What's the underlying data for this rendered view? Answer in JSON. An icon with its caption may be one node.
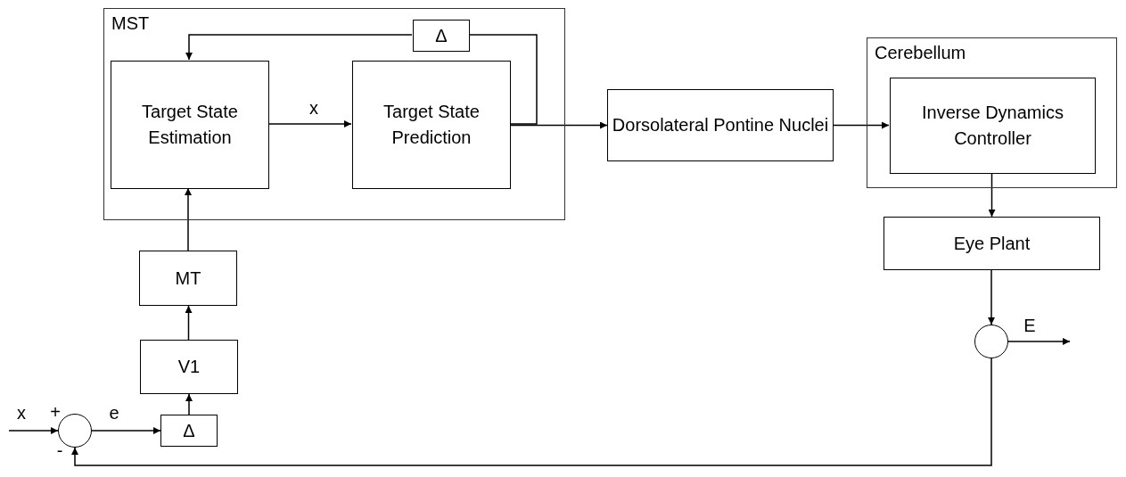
{
  "diagram": {
    "nodes": [
      {
        "text": [
          "MST"
        ]
      },
      {
        "text": [
          "Target State Estimation"
        ],
        "in": 0
      },
      {
        "text": [
          "Target State Prediction"
        ],
        "in": 0
      },
      {
        "text": [
          "Δ"
        ],
        "in": 0
      },
      {
        "text": [
          "Dorsolateral Pontine Nuclei"
        ]
      },
      {
        "text": [
          "Cerebellum"
        ]
      },
      {
        "text": [
          "Inverse Dynamics Controller"
        ],
        "in": 5
      },
      {
        "text": [
          "Eye Plant"
        ]
      },
      {
        "text": [],
        "shape": "circle"
      },
      {
        "text": [
          "MT"
        ]
      },
      {
        "text": [
          "V1"
        ]
      },
      {
        "text": [
          "Δ"
        ]
      },
      {
        "text": [],
        "shape": "circle"
      }
    ],
    "edges": [
      {
        "from": null,
        "to": 12,
        "arrow": "to",
        "label": "x"
      },
      {
        "from": 12,
        "to": 11,
        "arrow": "to",
        "label": "e"
      },
      {
        "from": 11,
        "to": 10,
        "arrow": "to"
      },
      {
        "from": 10,
        "to": 9,
        "arrow": "to"
      },
      {
        "from": 9,
        "to": 1,
        "arrow": "to"
      },
      {
        "from": 1,
        "to": 2,
        "arrow": "to",
        "label": "x"
      },
      {
        "from": 2,
        "to": 3,
        "arrow": "none"
      },
      {
        "from": 3,
        "to": 1,
        "arrow": "to"
      },
      {
        "from": 2,
        "to": 4,
        "arrow": "to"
      },
      {
        "from": 4,
        "to": 6,
        "arrow": "to"
      },
      {
        "from": 6,
        "to": 7,
        "arrow": "to"
      },
      {
        "from": 7,
        "to": 8,
        "arrow": "to"
      },
      {
        "from": 8,
        "to": null,
        "arrow": "to",
        "label": "E"
      },
      {
        "from": 8,
        "to": 12,
        "arrow": "to"
      }
    ],
    "labels": [
      "+",
      "-"
    ]
  }
}
